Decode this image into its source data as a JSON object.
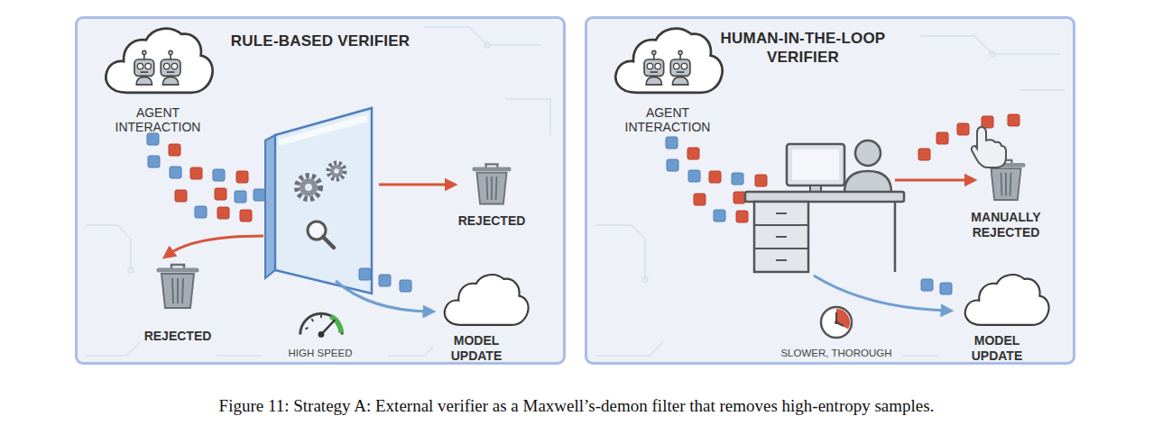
{
  "diagram": {
    "caption": "Figure 11: Strategy A: External verifier as a Maxwell’s-demon filter that removes high-entropy samples.",
    "nodes": [
      {
        "text": [
          "RULE-BASED VERIFIER"
        ]
      },
      {
        "text": [
          "AGENT INTERACTION"
        ],
        "in": 0
      },
      {
        "text": [
          "REJECTED"
        ],
        "in": 0
      },
      {
        "text": [
          "REJECTED"
        ],
        "in": 0
      },
      {
        "text": [
          "HIGH SPEED"
        ],
        "in": 0
      },
      {
        "text": [
          "MODEL UPDATE"
        ],
        "in": 0
      },
      {
        "text": [
          "HUMAN-IN-THE-LOOP VERIFIER"
        ]
      },
      {
        "text": [
          "AGENT INTERACTION"
        ],
        "in": 6
      },
      {
        "text": [
          "MANUALLY REJECTED"
        ],
        "in": 6
      },
      {
        "text": [
          "SLOWER, THOROUGH"
        ],
        "in": 6
      },
      {
        "text": [
          "MODEL UPDATE"
        ],
        "in": 6
      }
    ]
  }
}
